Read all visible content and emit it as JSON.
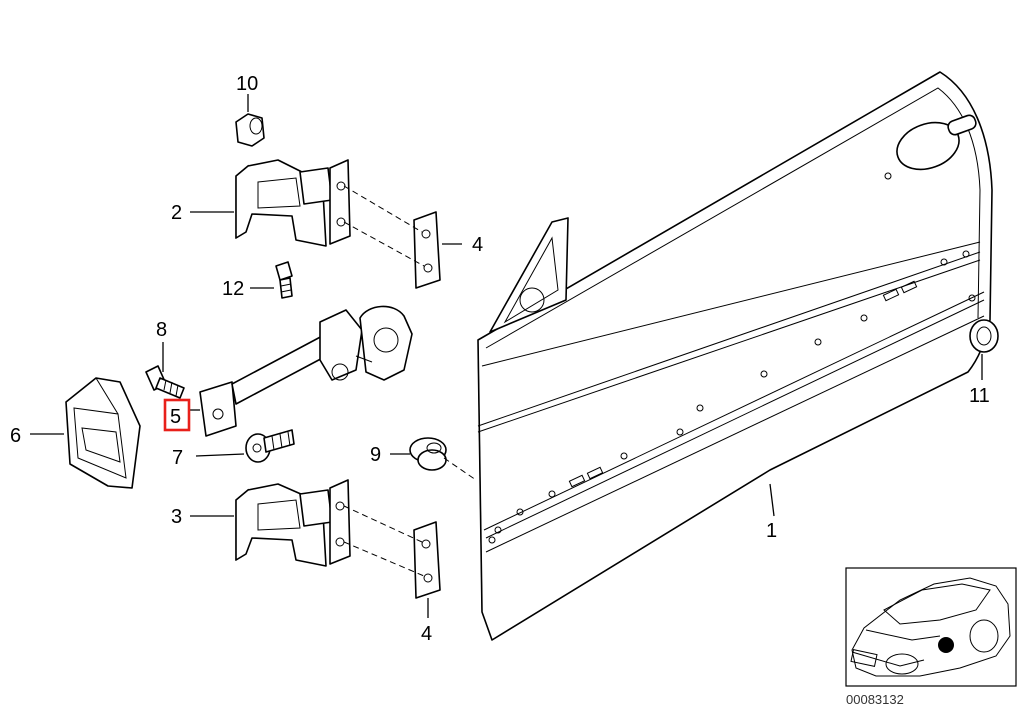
{
  "diagram": {
    "catalog_number": "00083132",
    "highlight_color": "#e8201a",
    "callouts": [
      {
        "id": "door",
        "label": "1"
      },
      {
        "id": "upper-hinge",
        "label": "2"
      },
      {
        "id": "lower-hinge",
        "label": "3"
      },
      {
        "id": "upper-shim",
        "label": "4"
      },
      {
        "id": "lower-shim",
        "label": "4"
      },
      {
        "id": "door-check",
        "label": "5",
        "highlighted": true
      },
      {
        "id": "boot",
        "label": "6"
      },
      {
        "id": "torx-bolt",
        "label": "7"
      },
      {
        "id": "screw",
        "label": "8"
      },
      {
        "id": "grommet-9",
        "label": "9"
      },
      {
        "id": "nut-10",
        "label": "10"
      },
      {
        "id": "grommet-11",
        "label": "11"
      },
      {
        "id": "bolt-12",
        "label": "12"
      }
    ]
  }
}
